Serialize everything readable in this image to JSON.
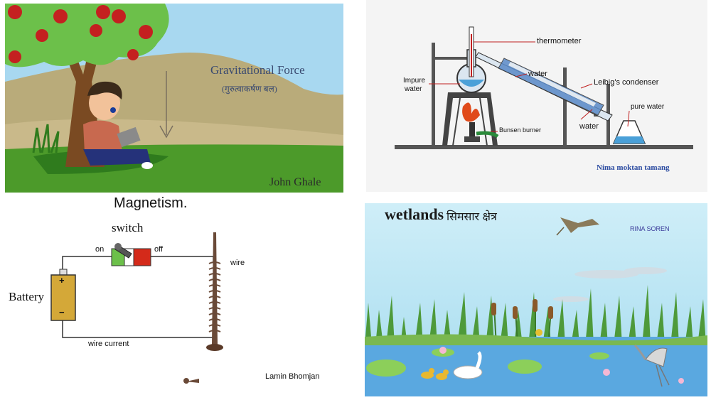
{
  "gravity": {
    "title": "Gravitational Force",
    "subtitle": "(गुरुत्वाकर्षण बल)",
    "author": "John Ghale"
  },
  "distillation": {
    "labels": {
      "thermometer": "thermometer",
      "water_top": "water",
      "impure_water_1": "Impure",
      "impure_water_2": "water",
      "condenser": "Leibig's condenser",
      "pure_water": "pure water",
      "burner": "Bunsen burner",
      "water_bottom": "water"
    },
    "author": "Nima moktan tamang"
  },
  "magnetism": {
    "title": "Magnetism.",
    "switch_label": "switch",
    "on_label": "on",
    "off_label": "off",
    "battery_label": "Battery",
    "plus": "+",
    "minus": "−",
    "wire_label": "wire",
    "wire_current_label": "wire current",
    "author": "Lamin Bhomjan"
  },
  "wetlands": {
    "title": "wetlands",
    "title_nepali": "सिमसार क्षेत्र",
    "author": "RINA SOREN"
  }
}
